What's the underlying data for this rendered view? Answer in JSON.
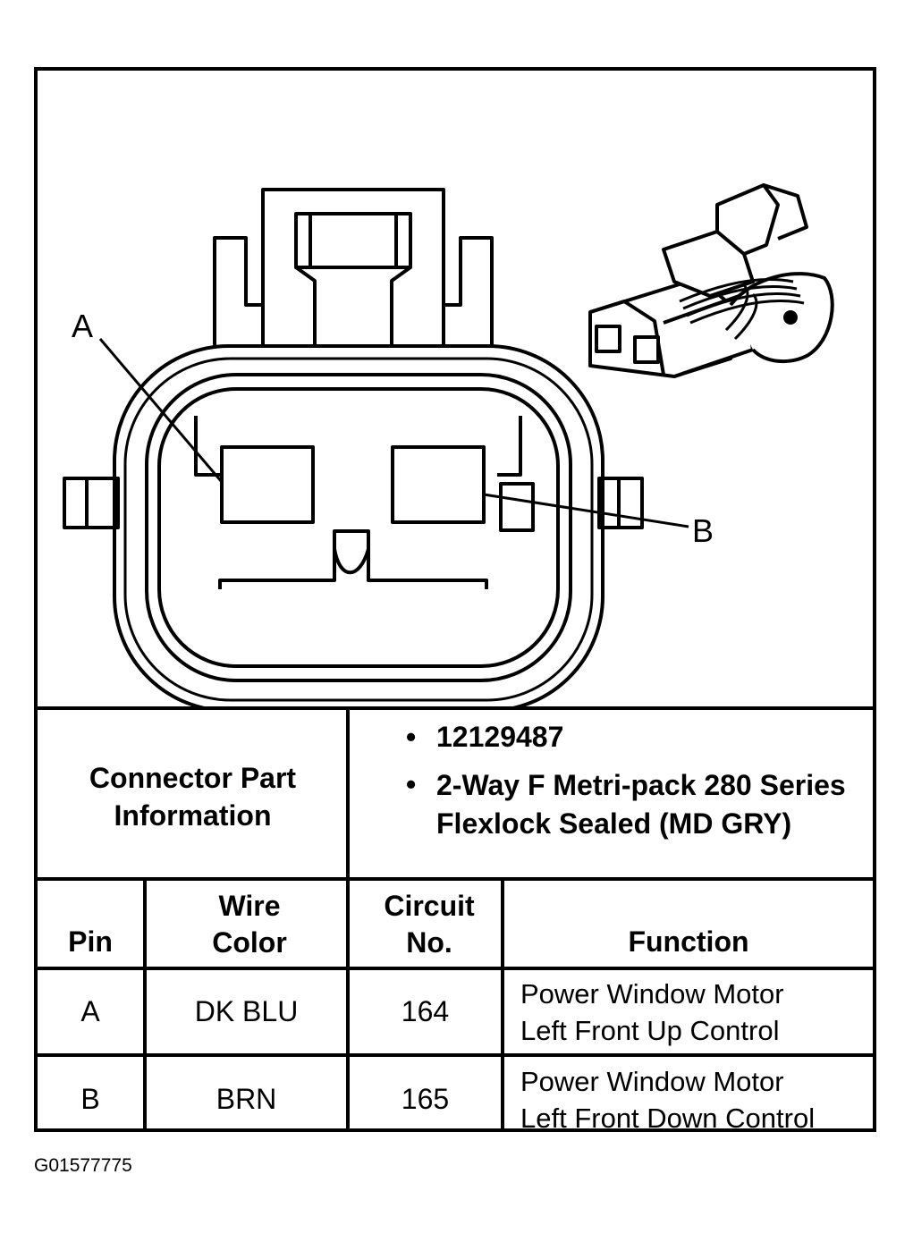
{
  "diagram": {
    "pin_labels": [
      "A",
      "B"
    ]
  },
  "connector_info": {
    "label": "Connector Part Information",
    "items": [
      "12129487",
      "2-Way F Metri-pack 280 Series Flexlock Sealed (MD GRY)"
    ]
  },
  "table": {
    "headers": {
      "pin": "Pin",
      "wire_color": "Wire Color",
      "circuit_no": "Circuit No.",
      "function": "Function"
    },
    "rows": [
      {
        "pin": "A",
        "wire_color": "DK BLU",
        "circuit_no": "164",
        "function_line1": "Power Window Motor",
        "function_line2": "Left Front Up Control"
      },
      {
        "pin": "B",
        "wire_color": "BRN",
        "circuit_no": "165",
        "function_line1": "Power Window Motor",
        "function_line2": "Left Front Down Control"
      }
    ]
  },
  "figure_id": "G01577775"
}
